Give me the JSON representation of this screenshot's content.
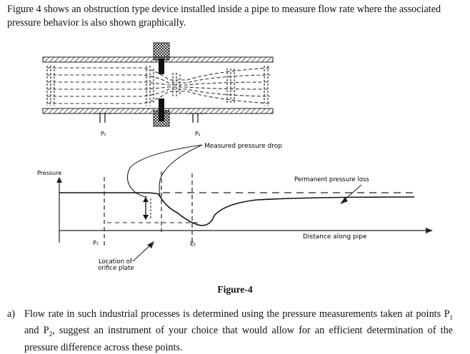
{
  "intro_text": "Figure 4 shows an obstruction type device installed inside a pipe to measure flow rate where the associated pressure behavior is also shown graphically.",
  "figure": {
    "label_p1_top": "P₁",
    "label_p2_top": "P₂",
    "label_measured_drop": "Measured pressure drop",
    "label_pressure": "Pressure",
    "label_permanent_loss": "Permanent pressure loss",
    "label_distance": "Distance along pipe",
    "label_p1_bottom": "P₁",
    "label_p2_bottom": "P₂",
    "label_location_1": "Location of",
    "label_location_2": "orifice plate"
  },
  "figure_caption": "Figure-4",
  "question": {
    "marker": "a)",
    "text_before_p1": "Flow rate in such industrial processes is determined using the pressure measurements taken at points P",
    "p1_sub": "1",
    "text_and": " and P",
    "p2_sub": "2",
    "text_after": ", suggest an instrument of your choice that would allow for an efficient determination of the pressure difference across these points."
  }
}
